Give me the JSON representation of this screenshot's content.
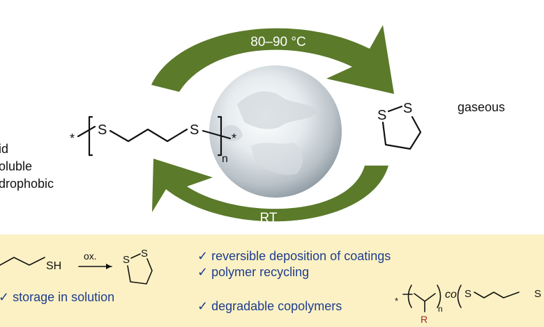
{
  "top": {
    "heating_label": "80–90 °C",
    "cooling_label": "RT",
    "gaseous_label": "gaseous",
    "solid_props": [
      "id",
      "oluble",
      "drophobic"
    ],
    "atom_s": "S",
    "repeat_n": "n",
    "end_star": "*"
  },
  "bottom": {
    "oxidation_label": "ox.",
    "thiol_label": "SH",
    "bullets": [
      "✓ reversible deposition of coatings",
      "✓ polymer recycling",
      "✓ degradable copolymers"
    ],
    "storage_bullet": "✓ storage in solution",
    "copolymer_co": "co",
    "copolymer_n": "n",
    "copolymer_r": "R"
  },
  "colors": {
    "arrow_green": "#5b7a2a",
    "panel_yellow": "#fbf1c4",
    "bullet_blue": "#1f3d8f",
    "r_group_red": "#a0282d"
  }
}
